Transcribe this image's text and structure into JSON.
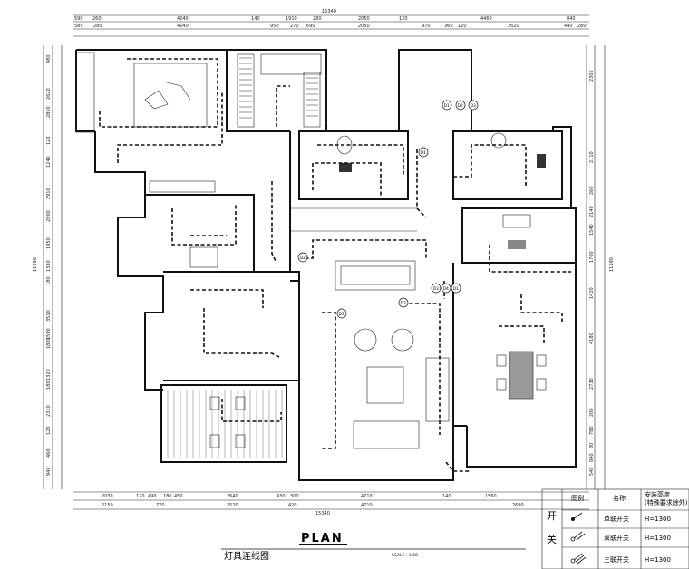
{
  "plan": {
    "total_width_label": "15340",
    "top_dims_row1": [
      "590",
      "260",
      "4240",
      "140",
      "1910",
      "280",
      "2050",
      "120",
      "4460",
      "840"
    ],
    "top_dims_row2": [
      "589",
      "280",
      "4240",
      "950",
      "270",
      "690",
      "2050",
      "970",
      "360",
      "120",
      "2620",
      "440",
      "280"
    ],
    "bottom_dims_row1": [
      "2030",
      "120",
      "490",
      "180",
      "450",
      "2640",
      "430",
      "300",
      "4710",
      "140",
      "1560"
    ],
    "bottom_dims_row2": [
      "2150",
      "770",
      "3520",
      "420",
      "4710",
      "2690"
    ],
    "bottom_total_label": "15340",
    "left_dims": [
      "480",
      "2620",
      "2850",
      "120",
      "1240",
      "2910",
      "2800",
      "1450",
      "1330",
      "180",
      "3510",
      "1590",
      "1880",
      "1320",
      "180",
      "2310",
      "120",
      "460",
      "940"
    ],
    "left_total_label": "11690",
    "right_dims": [
      "2305",
      "2110",
      "260",
      "2140",
      "1540",
      "1700",
      "1420",
      "4180",
      "2730",
      "200",
      "780",
      "80",
      "840",
      "540"
    ],
    "right_total_label": "11690",
    "tags": [
      "D1",
      "D2",
      "D3",
      "D1",
      "D2",
      "D3",
      "D4",
      "D1",
      "D2",
      "D3"
    ]
  },
  "title": {
    "plan_label": "PLAN",
    "caption": "灯具连线图",
    "scale": "SCALE : 1:60"
  },
  "legend": {
    "group_label_1": "开",
    "group_label_2": "关",
    "header_symbol": "图例",
    "header_name": "名称",
    "header_height": "安装高度",
    "header_height_note": "(特殊要求除外)",
    "rows": [
      {
        "icon": "single-switch-icon",
        "name": "单联开关",
        "height": "H=1300"
      },
      {
        "icon": "double-switch-icon",
        "name": "双联开关",
        "height": "H=1300"
      },
      {
        "icon": "triple-switch-icon",
        "name": "三联开关",
        "height": "H=1300"
      }
    ]
  }
}
